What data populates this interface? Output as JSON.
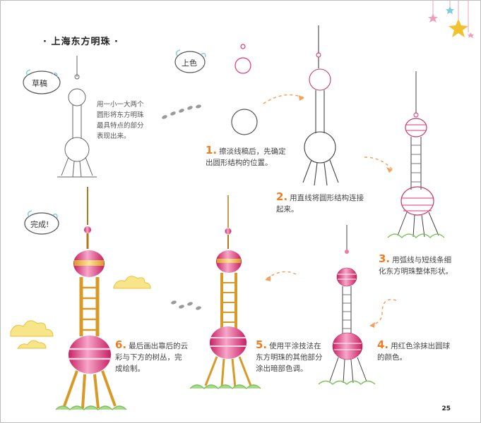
{
  "title": "· 上海东方明珠 ·",
  "labels": {
    "sketch": "草稿",
    "color": "上色",
    "done": "完成!"
  },
  "sketch_note": [
    "用一小一大两个",
    "圆形将东方明珠",
    "最具特点的部分",
    "表现出来。"
  ],
  "steps": [
    {
      "num": "1.",
      "text_lines": [
        "擦淡线稿后，先确定",
        "出圆形结构的位置。"
      ]
    },
    {
      "num": "2.",
      "text_lines": [
        "用直线将圆形结构连接",
        "起来。"
      ]
    },
    {
      "num": "3.",
      "text_lines": [
        "用弧线与短线条细",
        "化东方明珠整体形状。"
      ]
    },
    {
      "num": "4.",
      "text_lines": [
        "用红色涂抹出圆球",
        "的颜色。"
      ]
    },
    {
      "num": "5.",
      "text_lines": [
        "使用平涂技法在",
        "东方明珠的其他部分",
        "涂出暗部色调。"
      ]
    },
    {
      "num": "6.",
      "text_lines": [
        "最后画出靠后的云",
        "彩与下方的树丛，完",
        "成绘制。"
      ]
    }
  ],
  "page_number": "25",
  "colors": {
    "accent_orange": "#f07c22",
    "sphere_pink": "#e2357a",
    "tower_gold": "#e8b23c",
    "grass_green": "#7cc35a",
    "cloud_yellow": "#f6e27a",
    "star_gold": "#f2c12e"
  }
}
